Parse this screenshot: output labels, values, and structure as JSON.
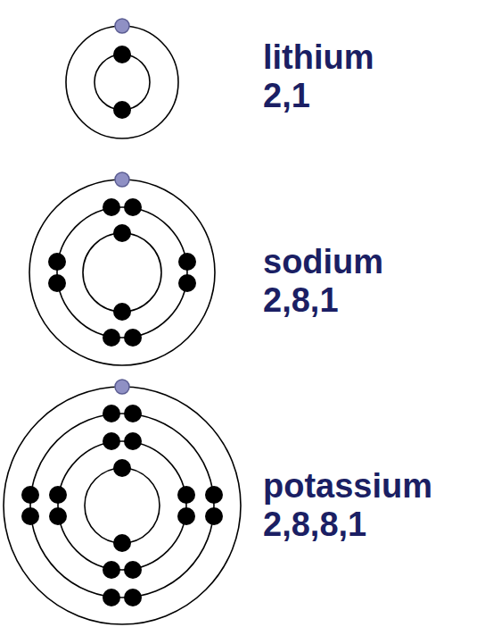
{
  "diagram": {
    "labels": [
      "lithium",
      "2,1",
      "sodium",
      "2,8,1",
      "potassium",
      "2,8,8,1"
    ]
  }
}
